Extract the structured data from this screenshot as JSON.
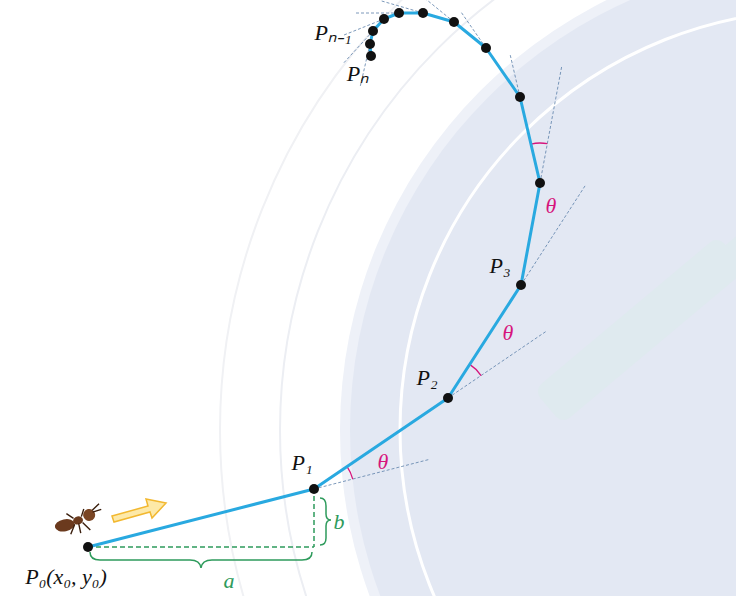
{
  "diagram": {
    "labels": [
      "P₀(x₀, y₀)",
      "P₁",
      "P₂",
      "P₃",
      "Pₙ₋₁",
      "Pₙ",
      "a",
      "b",
      "θ",
      "θ",
      "θ"
    ]
  }
}
